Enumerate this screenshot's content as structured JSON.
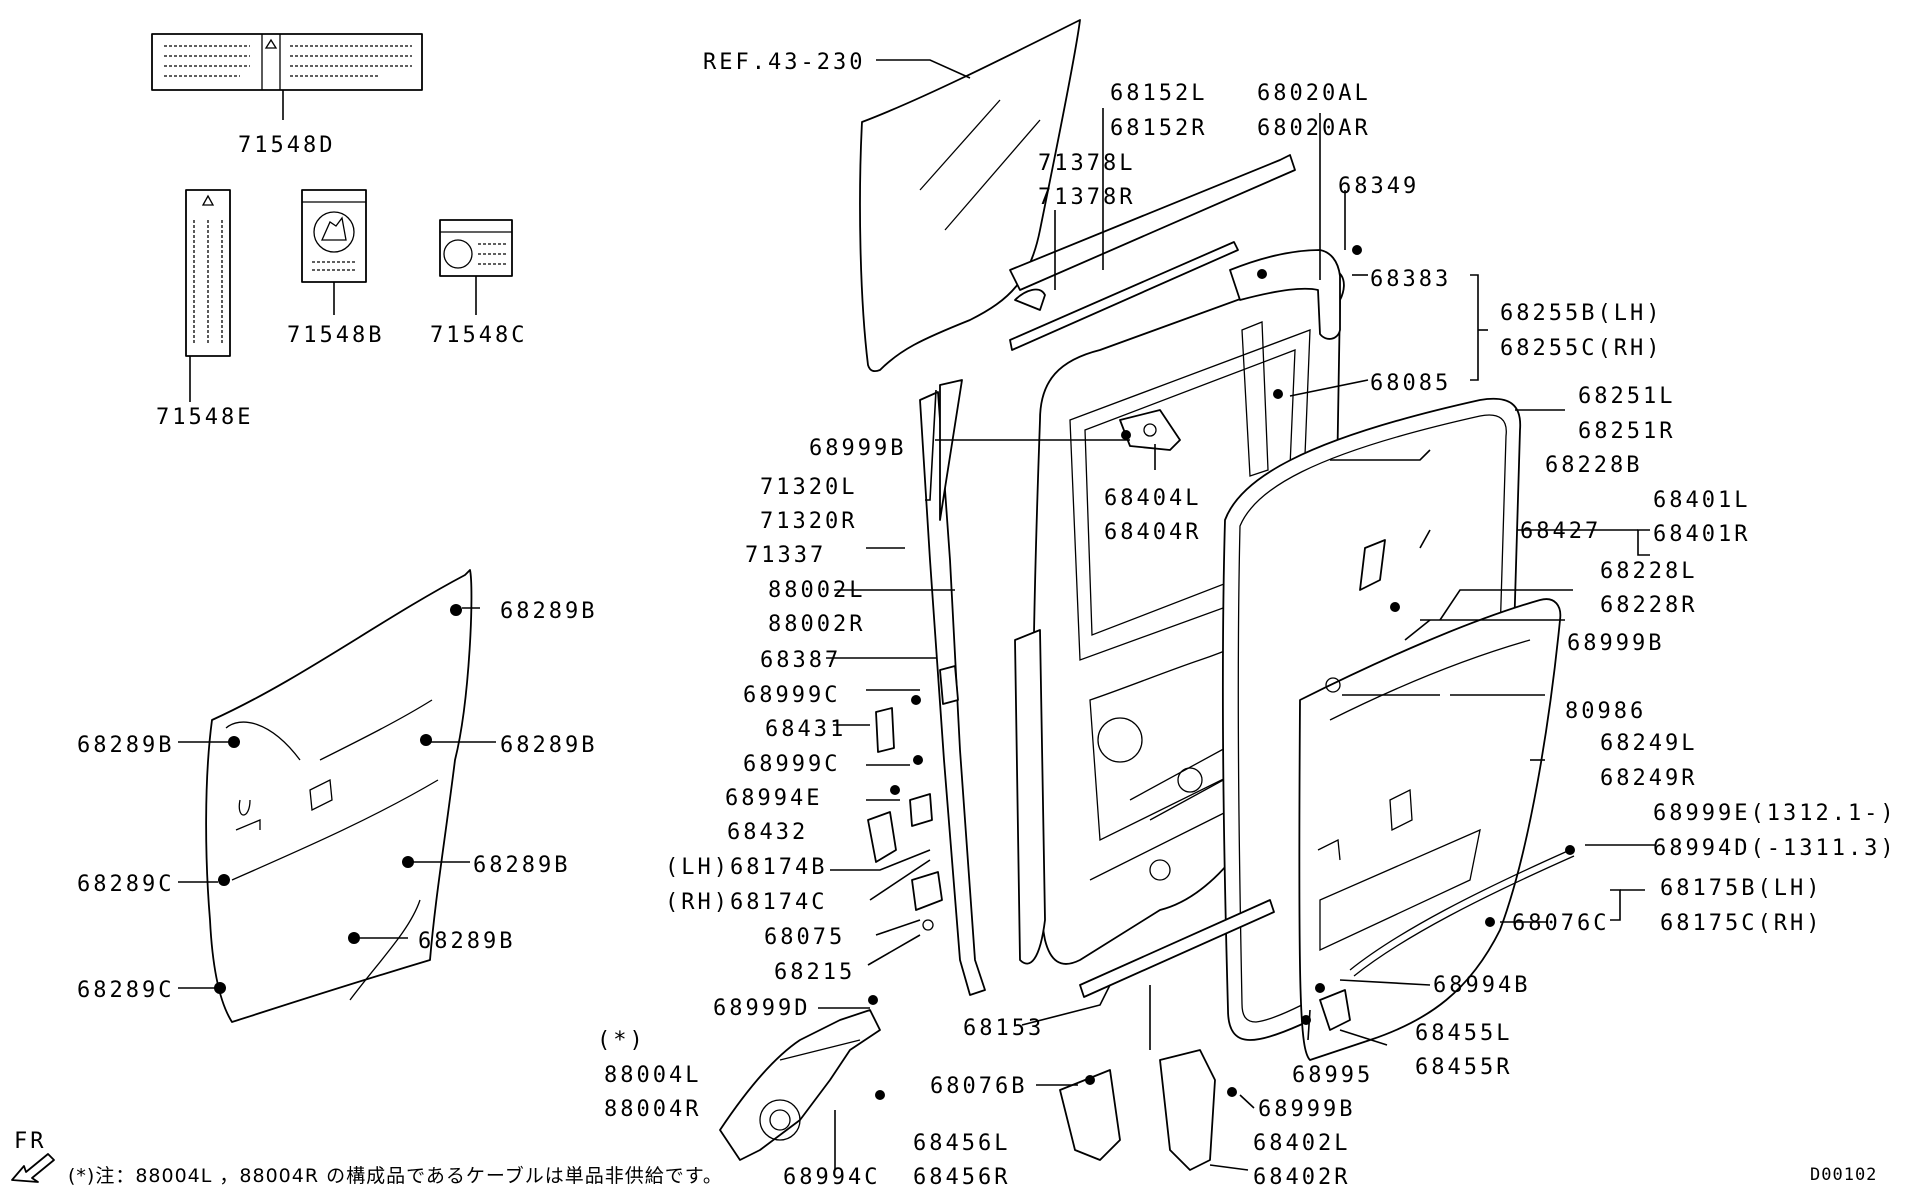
{
  "labels": {
    "l71548D": "71548D",
    "l71548E": "71548E",
    "l71548B": "71548B",
    "l71548C": "71548C",
    "ref": "REF.43-230",
    "l68152L": "68152L",
    "l68152R": "68152R",
    "l68020AL": "68020AL",
    "l68020AR": "68020AR",
    "l71378L": "71378L",
    "l71378R": "71378R",
    "l68349": "68349",
    "l68383": "68383",
    "l68255B": "68255B(LH)",
    "l68255C": "68255C(RH)",
    "l68085": "68085",
    "l68251L": "68251L",
    "l68251R": "68251R",
    "l68999B_top": "68999B",
    "l68228B": "68228B",
    "l71320L": "71320L",
    "l71320R": "71320R",
    "l68404L": "68404L",
    "l68404R": "68404R",
    "l68427": "68427",
    "l68401L": "68401L",
    "l68401R": "68401R",
    "l71337": "71337",
    "l88002L": "88002L",
    "l88002R": "88002R",
    "l68228L": "68228L",
    "l68228R": "68228R",
    "l68999B_mid": "68999B",
    "l68289B_1": "68289B",
    "l68387": "68387",
    "l68999C_1": "68999C",
    "l80986": "80986",
    "l68431": "68431",
    "l68999C_2": "68999C",
    "l68289B_2": "68289B",
    "l68289B_3": "68289B",
    "l68249L": "68249L",
    "l68249R": "68249R",
    "l68994E": "68994E",
    "l68999E": "68999E(1312.1-)",
    "l68432": "68432",
    "l68994D": "68994D(-1311.3)",
    "l68174B": "(LH)68174B",
    "l68289B_4": "68289B",
    "l68289C_1": "68289C",
    "l68175B": "68175B(LH)",
    "l68174C": "(RH)68174C",
    "l68076C": "68076C",
    "l68175C": "68175C(RH)",
    "l68075": "68075",
    "l68289B_5": "68289B",
    "l68215": "68215",
    "l68289C_2": "68289C",
    "l68994B": "68994B",
    "l68999D": "68999D",
    "l68153": "68153",
    "l68455L": "68455L",
    "l68455R": "68455R",
    "asterisk": "(*)",
    "l88004L": "88004L",
    "l88004R": "88004R",
    "l68995": "68995",
    "l68076B": "68076B",
    "l68999B_bot": "68999B",
    "l68456L": "68456L",
    "l68456R": "68456R",
    "l68402L": "68402L",
    "l68402R": "68402R",
    "l68994C": "68994C",
    "fr": "FR",
    "footnote": "(*)注：88004L ，88004R の構成品であるケーブルは単品非供給です。",
    "drawing_code": "D00102"
  }
}
